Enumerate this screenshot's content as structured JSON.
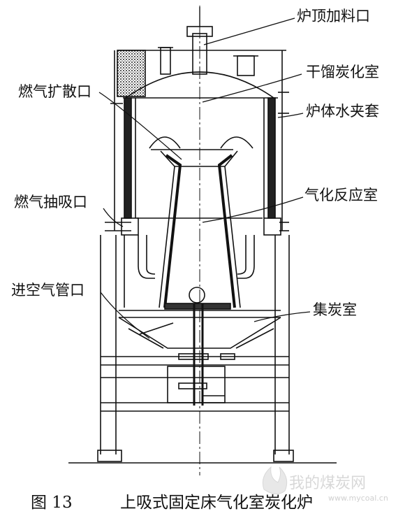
{
  "labels": {
    "top_feed_port": "炉顶加料口",
    "drying_carbonization_chamber": "干馏炭化室",
    "furnace_water_jacket": "炉体水夹套",
    "gas_diffusion_port": "燃气扩散口",
    "gas_suction_port": "燃气抽吸口",
    "gasification_reaction_chamber": "气化反应室",
    "air_inlet_pipe_port": "进空气管口",
    "charcoal_collection_chamber": "集炭室"
  },
  "caption": {
    "figure_number": "图 13",
    "title": "上吸式固定床气化室炭化炉"
  },
  "watermark": {
    "text": "我的煤炭网",
    "url": "www.mycoal.cn",
    "color": "#d0d0d0"
  },
  "colors": {
    "line": "#111111",
    "background": "#ffffff"
  }
}
